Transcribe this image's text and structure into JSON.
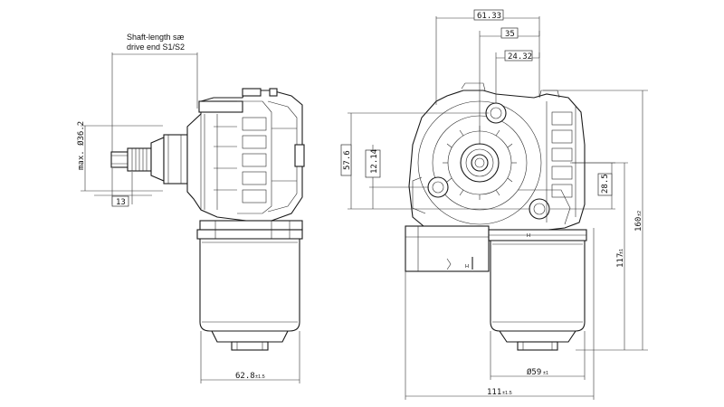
{
  "note": {
    "line1": "Shaft-length sæ",
    "line2": "drive end S1/S2"
  },
  "dimensions": {
    "d_61_33": "61.33",
    "d_35": "35",
    "d_24_32": "24.32",
    "d_57_6": "57.6",
    "d_12_14": "12.14",
    "d_28_5": "28.5",
    "d_max_36_2": "max. Ø36.2",
    "d_13": "13",
    "d_62_8": "62.8",
    "d_62_8_tol": "±1.5",
    "d_59": "Ø59",
    "d_59_tol": "±1",
    "d_111": "111",
    "d_111_tol": "±1.5",
    "d_117": "117",
    "d_117_tol": "±1",
    "d_160": "160",
    "d_160_tol": "±2"
  },
  "markers": {
    "h_mark": "H"
  }
}
